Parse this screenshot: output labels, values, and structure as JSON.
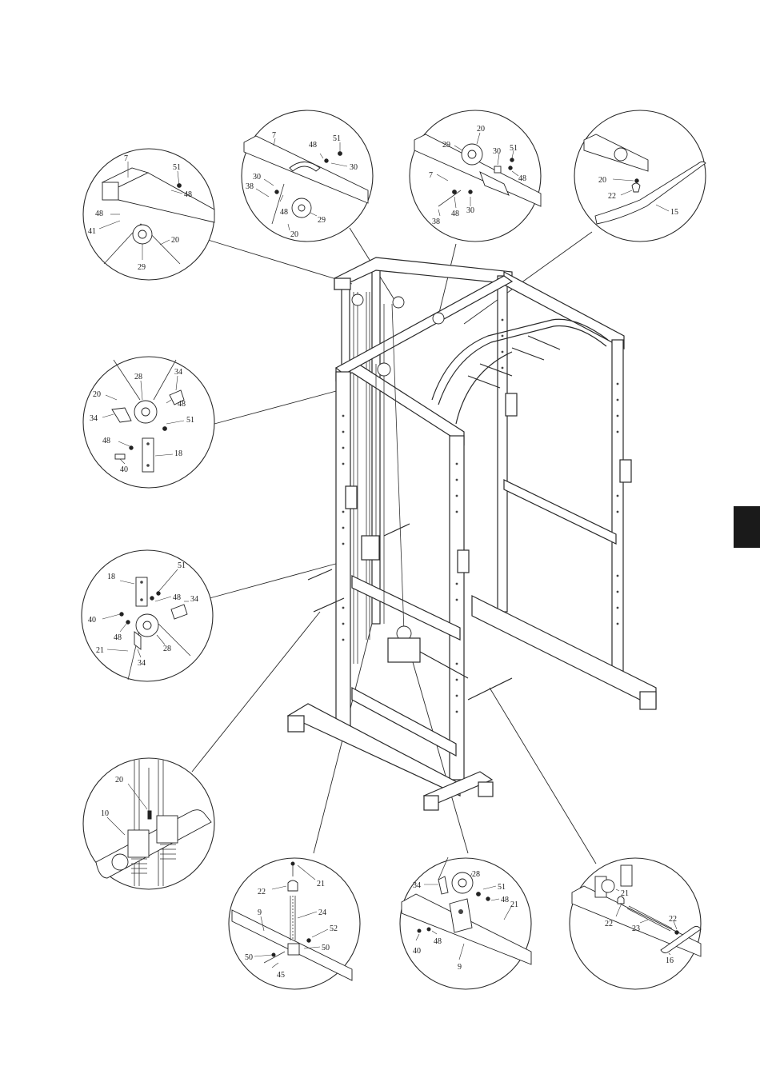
{
  "diagram": {
    "type": "exploded assembly diagram",
    "details": [
      {
        "id": "top-left-pulley",
        "labels": [
          "7",
          "51",
          "48",
          "48",
          "41",
          "20",
          "29"
        ]
      },
      {
        "id": "top-center-pulley",
        "labels": [
          "7",
          "48",
          "51",
          "30",
          "30",
          "38",
          "48",
          "20",
          "29"
        ]
      },
      {
        "id": "top-right-pulley",
        "labels": [
          "20",
          "29",
          "30",
          "51",
          "7",
          "48",
          "38",
          "48",
          "30"
        ]
      },
      {
        "id": "lat-bar",
        "labels": [
          "20",
          "22",
          "15"
        ]
      },
      {
        "id": "upper-swivel-pulley",
        "labels": [
          "28",
          "34",
          "20",
          "48",
          "34",
          "51",
          "48",
          "18",
          "40"
        ]
      },
      {
        "id": "lower-swivel-pulley",
        "labels": [
          "18",
          "51",
          "48",
          "34",
          "40",
          "48",
          "21",
          "34",
          "28"
        ]
      },
      {
        "id": "weight-carriage",
        "labels": [
          "20",
          "10"
        ]
      },
      {
        "id": "chain-link",
        "labels": [
          "21",
          "22",
          "24",
          "52",
          "50",
          "50",
          "45",
          "9"
        ]
      },
      {
        "id": "low-pulley",
        "labels": [
          "28",
          "34",
          "51",
          "48",
          "21",
          "40",
          "48",
          "9"
        ]
      },
      {
        "id": "low-row-bar",
        "labels": [
          "21",
          "22",
          "23",
          "22",
          "16"
        ]
      }
    ]
  }
}
